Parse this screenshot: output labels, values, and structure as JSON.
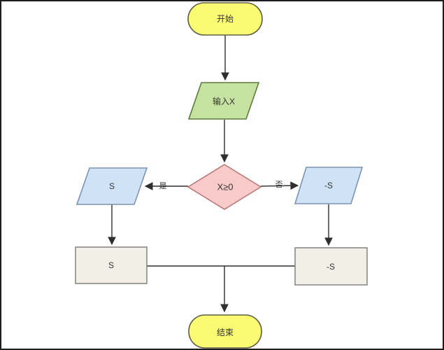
{
  "canvas": {
    "background": "#ffffff",
    "frame_border_color": "#1e1e1e",
    "line_color": "#2f2f2f",
    "text_color": "#333333"
  },
  "flowchart": {
    "nodes": {
      "start": {
        "label": "开始",
        "shape": "terminator",
        "fill": "#fafb72",
        "stroke": "#5f5f46"
      },
      "input_x": {
        "label": "输入X",
        "shape": "parallelogram",
        "fill": "#c6e2a0",
        "stroke": "#5d7b3f"
      },
      "decision": {
        "label": "X≥0",
        "shape": "diamond",
        "fill": "#f8caca",
        "stroke": "#b87a7a"
      },
      "data_s": {
        "label": "S",
        "shape": "parallelogram",
        "fill": "#d0e2f5",
        "stroke": "#7d94b0"
      },
      "data_neg_s": {
        "label": "-S",
        "shape": "parallelogram",
        "fill": "#d0e2f5",
        "stroke": "#7d94b0"
      },
      "process_s": {
        "label": "S",
        "shape": "rectangle",
        "fill": "#f2efe7",
        "stroke": "#8a8a8a"
      },
      "process_neg_s": {
        "label": "-S",
        "shape": "rectangle",
        "fill": "#f2efe7",
        "stroke": "#8a8a8a"
      },
      "end": {
        "label": "结束",
        "shape": "terminator",
        "fill": "#fafb72",
        "stroke": "#5f5f46"
      }
    },
    "edge_labels": {
      "yes": "是",
      "no": "否"
    }
  }
}
